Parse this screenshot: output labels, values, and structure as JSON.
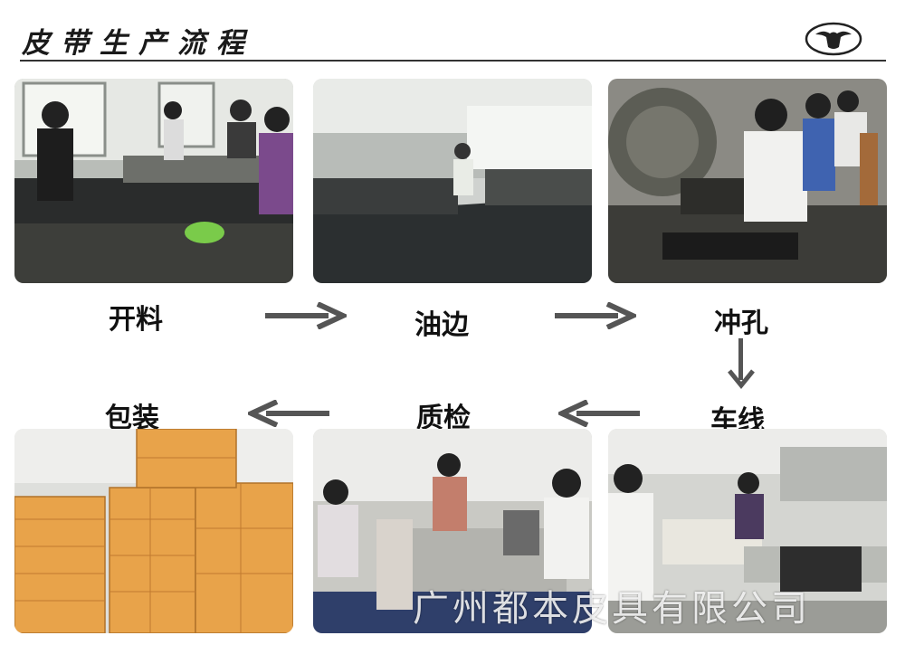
{
  "header": {
    "title": "皮带生产流程"
  },
  "steps": {
    "cut": "开料",
    "oil_edge": "油边",
    "punch": "冲孔",
    "sew": "车线",
    "inspect": "质检",
    "pack": "包装"
  },
  "watermark": "广州都本皮具有限公司",
  "colors": {
    "arrow": "#555555",
    "rule": "#333333",
    "carton": "#e8a34a"
  },
  "icons": {
    "logo": "bull-head-icon",
    "arrow": "arrow-icon"
  }
}
